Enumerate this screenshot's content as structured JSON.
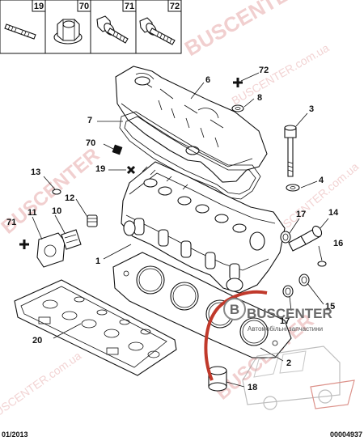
{
  "header_boxes": [
    {
      "label": "19",
      "icon": "stud-bolt-icon"
    },
    {
      "label": "70",
      "icon": "flange-nut-icon"
    },
    {
      "label": "71",
      "icon": "flange-bolt-icon"
    },
    {
      "label": "72",
      "icon": "long-flange-bolt-icon"
    }
  ],
  "callouts": {
    "c1": "1",
    "c2": "2",
    "c3": "3",
    "c4": "4",
    "c6": "6",
    "c7": "7",
    "c8": "8",
    "c10": "10",
    "c11": "11",
    "c12": "12",
    "c13": "13",
    "c14": "14",
    "c15": "15",
    "c16": "16",
    "c17a": "17",
    "c17b": "17",
    "c18": "18",
    "c19": "19",
    "c20": "20",
    "c70": "70",
    "c71": "71",
    "c72": "72"
  },
  "footer": {
    "date": "01/2013",
    "code": "00004937"
  },
  "watermark": {
    "brand": "BUSCENTER",
    "site": "BUSCENTER.com.ua"
  },
  "logo": {
    "brand": "BUSCENTER",
    "tagline": "Автомобільні запчастини",
    "letter": "B"
  },
  "colors": {
    "watermark": "#e6a8a8",
    "logo_accent": "#c0392b",
    "logo_text": "#6b6b6b"
  }
}
